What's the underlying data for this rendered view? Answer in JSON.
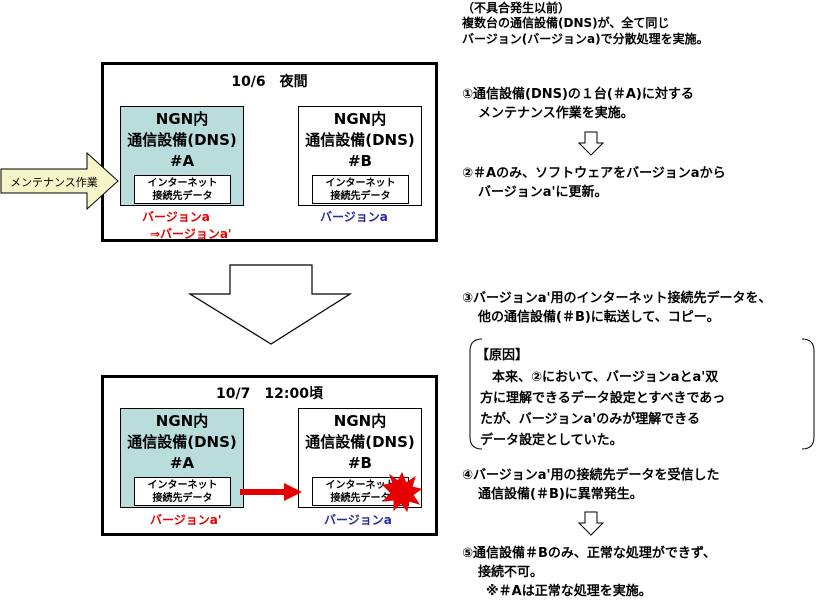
{
  "intro": {
    "line1": "（不具合発生以前）",
    "line2": "複数台の通信設備(DNS)が、全て同じ",
    "line3": "バージョン(バージョンa)で分散処理を実施。"
  },
  "top_box": {
    "title": "10/6　夜間",
    "device_a": {
      "line1": "NGN内",
      "line2": "通信設備(DNS)",
      "line3": "#A",
      "inner1": "インターネット",
      "inner2": "接続先データ"
    },
    "device_b": {
      "line1": "NGN内",
      "line2": "通信設備(DNS)",
      "line3": "#B",
      "inner1": "インターネット",
      "inner2": "接続先データ"
    },
    "version_a": "バージョンa",
    "version_a_new": "⇒バージョンa'",
    "version_b": "バージョンa"
  },
  "maintenance_label": "メンテナンス作業",
  "bottom_box": {
    "title": "10/7　12:00頃",
    "device_a": {
      "line1": "NGN内",
      "line2": "通信設備(DNS)",
      "line3": "#A",
      "inner1": "インターネット",
      "inner2": "接続先データ"
    },
    "device_b": {
      "line1": "NGN内",
      "line2": "通信設備(DNS)",
      "line3": "#B",
      "inner1": "インターネット",
      "inner2": "接続先データ"
    },
    "version_a": "バージョンa'",
    "version_b": "バージョンa"
  },
  "steps": {
    "s1_l1": "①通信設備(DNS)の１台(＃A)に対する",
    "s1_l2": "メンテナンス作業を実施。",
    "s2_l1": "②＃Aのみ、ソフトウェアをバージョンaから",
    "s2_l2": "バージョンa'に更新。",
    "s3_l1": "③バージョンa'用のインターネット接続先データを、",
    "s3_l2": "他の通信設備(＃B)に転送して、コピー。",
    "s4_l1": "④バージョンa'用の接続先データを受信した",
    "s4_l2": "通信設備(＃B)に異常発生。",
    "s5_l1": "⑤通信設備＃Bのみ、正常な処理ができず、",
    "s5_l2": "接続不可。",
    "s5_l3": "※＃Aは正常な処理を実施。"
  },
  "cause": {
    "heading": "【原因】",
    "l1": "本来、②において、バージョンaとa'双",
    "l2": "方に理解できるデータ設定とすべきであっ",
    "l3": "たが、バージョンa'のみが理解できる",
    "l4": "データ設定としていた。"
  },
  "colors": {
    "teal": "#b9dcdc",
    "red": "#e60000",
    "blue": "#2a2a9a",
    "arrow_fill": "#f5f5c8"
  }
}
